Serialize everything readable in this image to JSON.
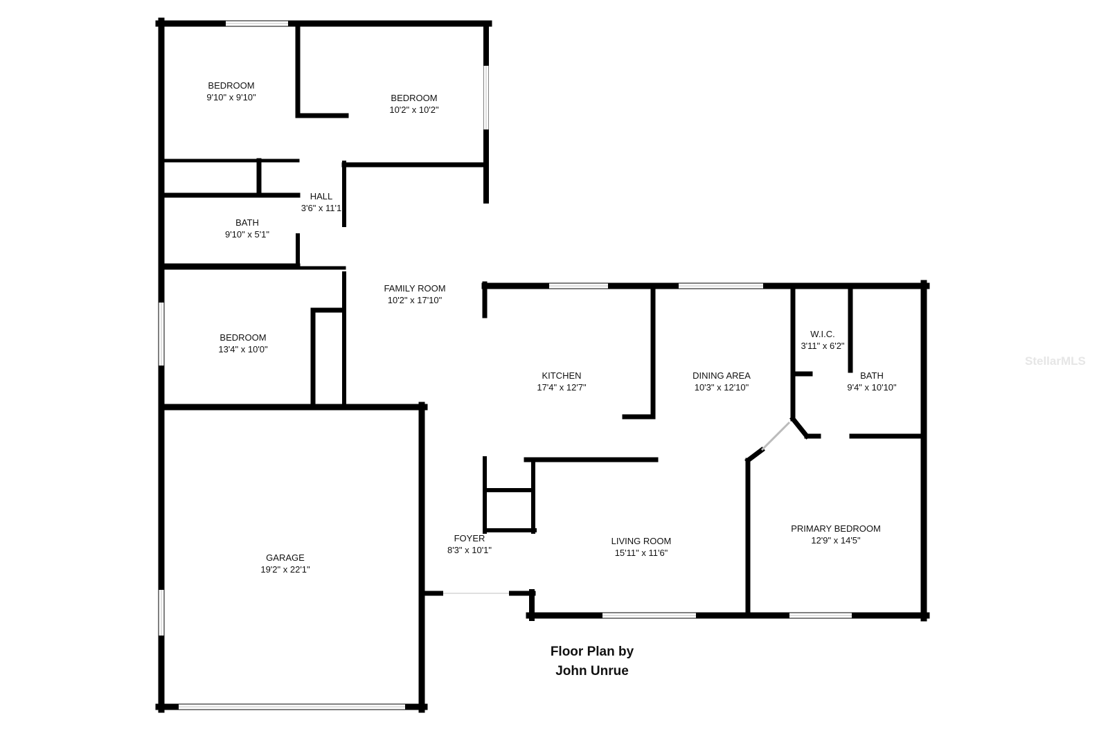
{
  "rooms": [
    {
      "name": "BEDROOM",
      "size": "9'10\" x 9'10\""
    },
    {
      "name": "BEDROOM",
      "size": "10'2\" x 10'2\""
    },
    {
      "name": "HALL",
      "size": "3'6\" x 11'1"
    },
    {
      "name": "BATH",
      "size": "9'10\" x 5'1\""
    },
    {
      "name": "FAMILY ROOM",
      "size": "10'2\" x 17'10\""
    },
    {
      "name": "BEDROOM",
      "size": "13'4\" x 10'0\""
    },
    {
      "name": "KITCHEN",
      "size": "17'4\" x 12'7\""
    },
    {
      "name": "DINING AREA",
      "size": "10'3\" x 12'10\""
    },
    {
      "name": "W.I.C.",
      "size": "3'11\" x 6'2\""
    },
    {
      "name": "BATH",
      "size": "9'4\" x 10'10\""
    },
    {
      "name": "GARAGE",
      "size": "19'2\" x 22'1\""
    },
    {
      "name": "FOYER",
      "size": "8'3\" x 10'1\""
    },
    {
      "name": "LIVING ROOM",
      "size": "15'11\" x 11'6\""
    },
    {
      "name": "PRIMARY BEDROOM",
      "size": "12'9\" x 14'5\""
    }
  ],
  "credit": {
    "line1": "Floor Plan by",
    "line2": "John Unrue"
  },
  "watermark": "StellarMLS",
  "colors": {
    "wall": "#000000",
    "window": "#bfbfbf"
  }
}
